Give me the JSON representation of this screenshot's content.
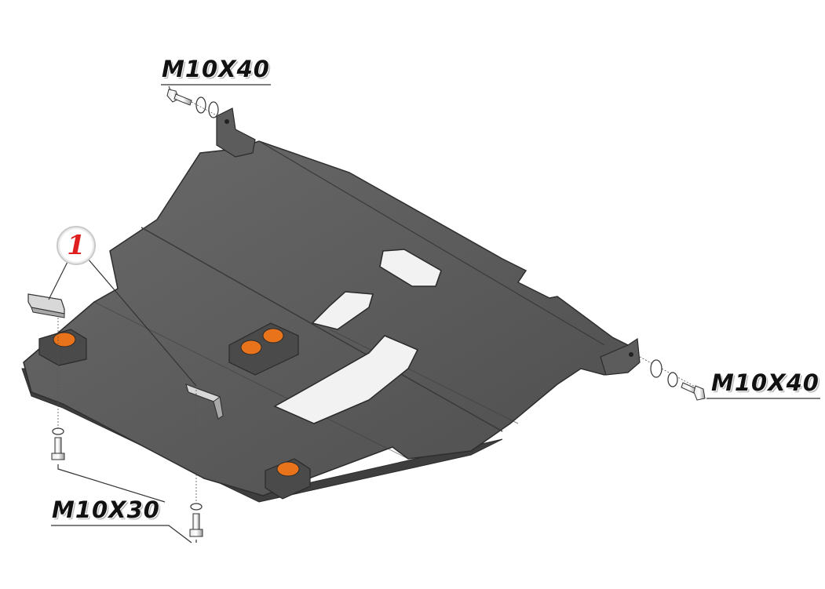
{
  "labels": {
    "bolt_top": "M10X40",
    "bolt_right": "M10X40",
    "bolt_bottom": "M10X30",
    "callout": "1"
  },
  "colors": {
    "plate": "#5a5a5a",
    "plate_dark": "#4a4a4a",
    "plate_edge": "#3a3a3a",
    "cutout": "#f2f2f2",
    "logo_orange": "#e8731a",
    "callout_text": "#e02020",
    "bracket": "#d4d4d4"
  }
}
